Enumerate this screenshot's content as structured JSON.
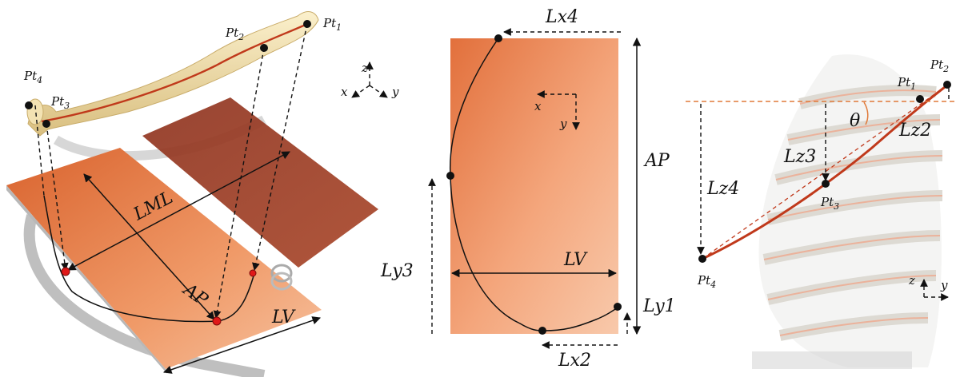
{
  "panel_left": {
    "points": [
      "Pt",
      "Pt",
      "Pt",
      "Pt"
    ],
    "subscripts": [
      "1",
      "2",
      "3",
      "4"
    ],
    "axes": {
      "x": "x",
      "y": "y",
      "z": "z"
    },
    "measures": {
      "lml": "LML",
      "ap": "AP",
      "lv": "LV"
    }
  },
  "panel_middle": {
    "axes": {
      "x": "x",
      "y": "y"
    },
    "measures": {
      "lx4": "Lx4",
      "ap": "AP",
      "lv": "LV",
      "ly3": "Ly3",
      "ly1": "Ly1",
      "lx2": "Lx2"
    }
  },
  "panel_right": {
    "points": [
      "Pt",
      "Pt",
      "Pt",
      "Pt"
    ],
    "subscripts": [
      "1",
      "2",
      "3",
      "4"
    ],
    "axes": {
      "z": "z",
      "y": "y"
    },
    "measures": {
      "theta": "θ",
      "lz2": "Lz2",
      "lz3": "Lz3",
      "lz4": "Lz4"
    }
  },
  "colors": {
    "plane_light": "#f0a27a",
    "plane_dark": "#c9542a",
    "plane_back": "#9b3a22",
    "bone": "#f2dfa8",
    "rib_line": "#c0391b",
    "marker": "#e01818"
  }
}
